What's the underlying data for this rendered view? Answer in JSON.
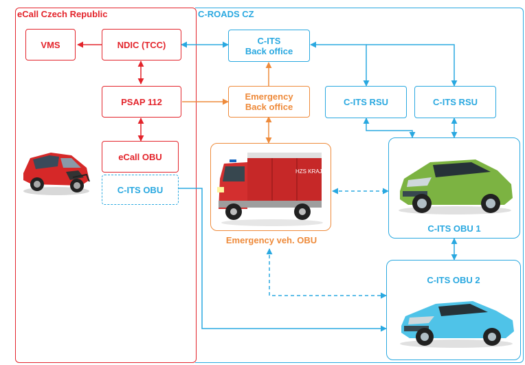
{
  "regions": {
    "ecall_title": "eCall Czech Republic",
    "croads_title": "C-ROADS CZ"
  },
  "nodes": {
    "vms": "VMS",
    "ndic": "NDIC (TCC)",
    "psap": "PSAP 112",
    "ecall_obu": "eCall OBU",
    "cits_obu_left": "C-ITS OBU",
    "backoffice_line1": "C-ITS",
    "backoffice_line2": "Back office",
    "emergency_bo_line1": "Emergency",
    "emergency_bo_line2": "Back office",
    "rsu1": "C-ITS RSU",
    "rsu2": "C-ITS RSU",
    "emergency_vehicle": "Emergency veh. OBU",
    "obu1": "C-ITS OBU 1",
    "obu2": "C-ITS OBU 2"
  },
  "truck_text": "HZS KRAJE",
  "colors": {
    "red": "#e3242b",
    "blue": "#29a8e0",
    "orange": "#ee8a3a",
    "green_car": "#7cb342",
    "blue_car": "#4fc3e8",
    "fire_truck": "#d32f2f"
  },
  "icons": [
    "crashed-car-icon",
    "fire-truck-icon",
    "green-car-icon",
    "blue-car-icon"
  ]
}
